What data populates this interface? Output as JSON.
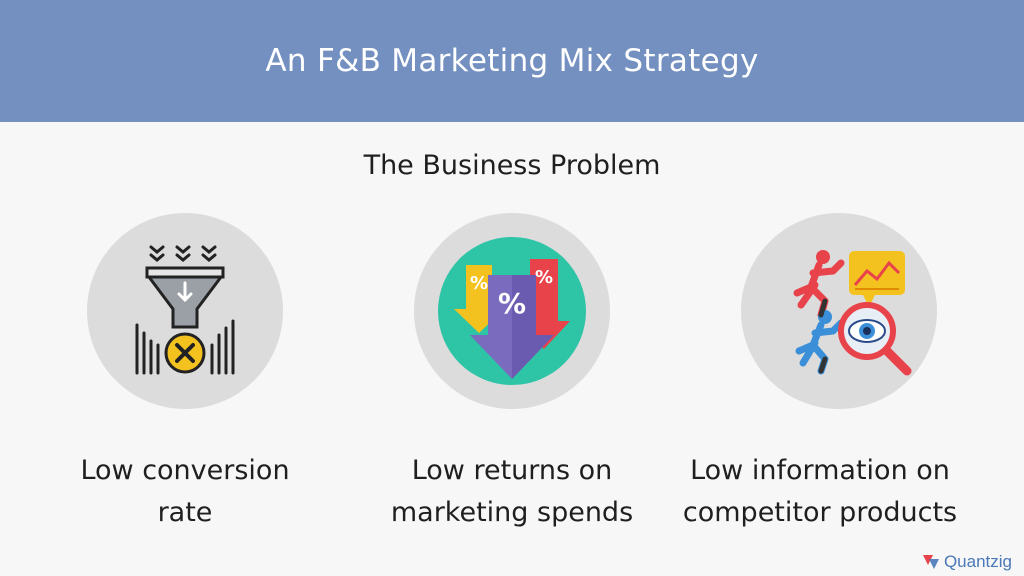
{
  "header": {
    "title": "An F&B Marketing Mix Strategy"
  },
  "section": {
    "title": "The Business Problem"
  },
  "problems": [
    {
      "line1": "Low conversion",
      "line2": "rate",
      "icon": "funnel-icon"
    },
    {
      "line1": "Low returns on",
      "line2": "marketing spends",
      "icon": "percent-arrows-icon"
    },
    {
      "line1": "Low information on",
      "line2": "competitor products",
      "icon": "competitor-analysis-icon"
    }
  ],
  "brand": {
    "name": "Quantzig",
    "color": "#4a78b8"
  },
  "colors": {
    "banner": "#7390c0",
    "circle": "#dcdcdc",
    "teal": "#2ec4a6",
    "purple": "#7a6bbf",
    "red": "#e8424a",
    "yellow": "#f4c21f"
  }
}
